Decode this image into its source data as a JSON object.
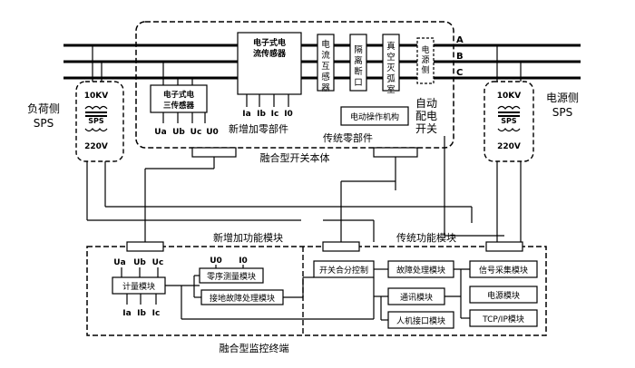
{
  "bus": {
    "phase_a": "A",
    "phase_b": "B",
    "phase_c": "C"
  },
  "load_side": {
    "label_1": "负荷侧",
    "label_2": "SPS",
    "hv": "10KV",
    "core": "SPS",
    "lv": "220V"
  },
  "source_side": {
    "label_1": "电源侧",
    "label_2": "SPS",
    "hv": "10KV",
    "core": "SPS",
    "lv": "220V"
  },
  "switch_body": {
    "title": "融合型开关本体",
    "ect": {
      "line1": "电子式电",
      "line2": "流传感器",
      "ports": [
        "Ia",
        "Ib",
        "Ic",
        "I0"
      ]
    },
    "evt": {
      "line1": "电子式电",
      "line2": "三传感器",
      "ports": [
        "Ua",
        "Ub",
        "Uc",
        "U0"
      ]
    },
    "new_parts_label": "新增加零部件",
    "traditional_parts_label": "传统零部件",
    "ct_label": "电流互感器",
    "isolation_label": "隔离断口",
    "vacuum_label": "真空灭弧室",
    "power_side_label": "电源侧",
    "auto_switch_label": "自动配电开关",
    "operating_mechanism": "电动操作机构"
  },
  "terminal": {
    "title": "融合型监控终端",
    "new_modules_label": "新增加功能模块",
    "traditional_modules_label": "传统功能模块",
    "metering": {
      "label": "计量模块",
      "top_ports": [
        "Ua",
        "Ub",
        "Uc"
      ],
      "bottom_ports": [
        "Ia",
        "Ib",
        "Ic"
      ]
    },
    "zero_seq": {
      "label": "零序测量模块",
      "ports": [
        "U0",
        "I0"
      ]
    },
    "ground_fault": "接地故障处理模块",
    "switch_control": "开关合分控制",
    "fault_handling": "故障处理模块",
    "communication": "通讯模块",
    "hmi": "人机接口模块",
    "signal_acq": "信号采集模块",
    "power_module": "电源模块",
    "tcpip": "TCP/IP模块"
  }
}
